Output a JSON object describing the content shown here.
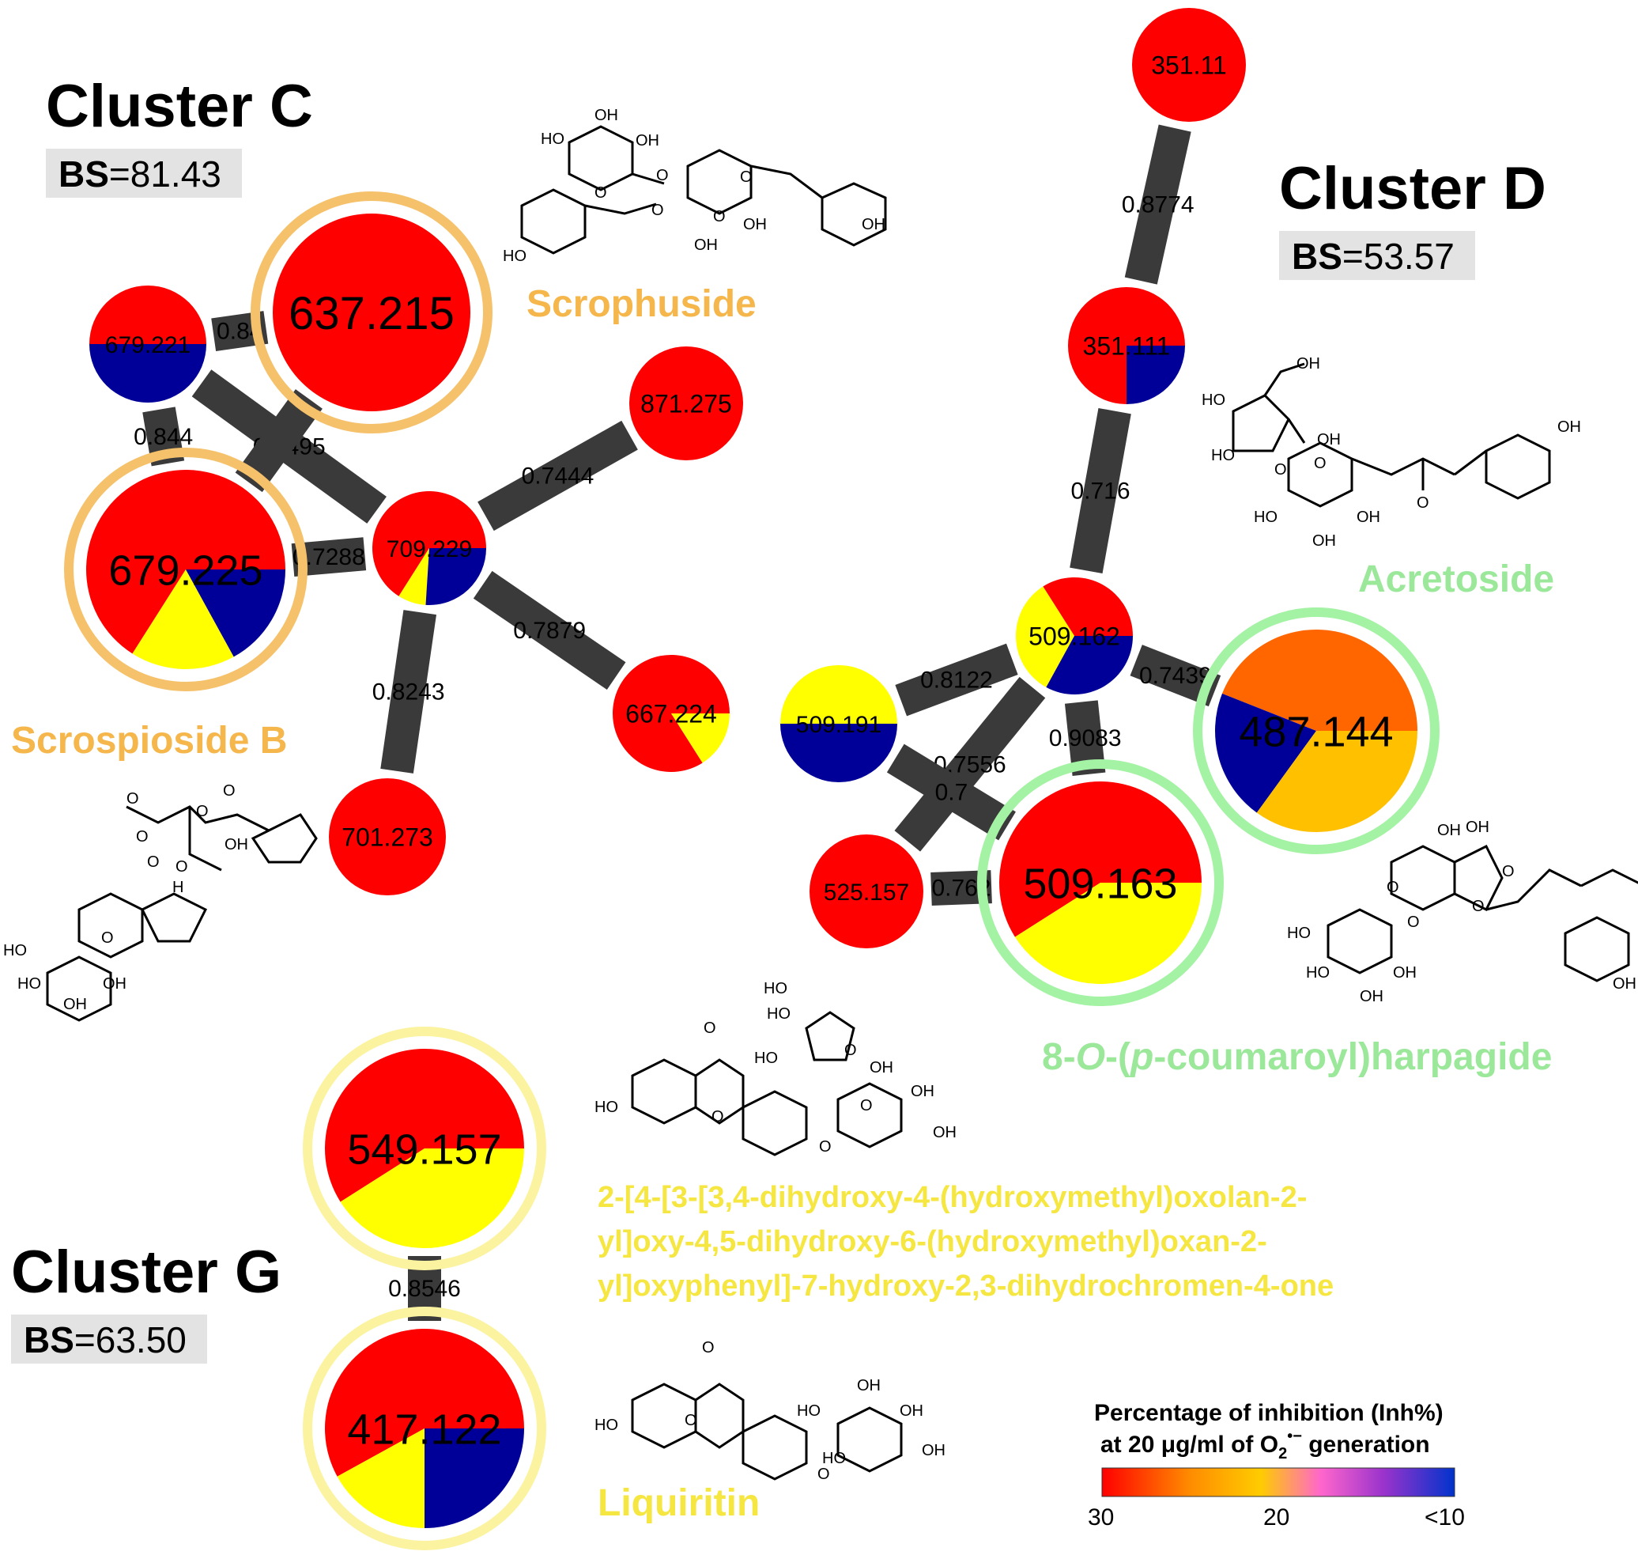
{
  "clusters": [
    {
      "title": "Cluster C",
      "bs_label": "BS",
      "bs_value": "=81.43"
    },
    {
      "title": "Cluster D",
      "bs_label": "BS",
      "bs_value": "=53.57"
    },
    {
      "title": "Cluster G",
      "bs_label": "BS",
      "bs_value": "=63.50"
    }
  ],
  "compounds": [
    {
      "name": "Scrophuside",
      "color": "#f5b64b"
    },
    {
      "name": "Scrospioside B",
      "color": "#f5b64b"
    },
    {
      "name": "Acretoside",
      "color": "#9be89b"
    },
    {
      "name_parts": [
        "8-",
        "O",
        "-(",
        "p",
        "-coumaroyl)harpagide"
      ],
      "color": "#9be89b"
    },
    {
      "name_lines": [
        "2-[4-[3-[3,4-dihydroxy-4-(hydroxymethyl)oxolan-2-",
        "yl]oxy-4,5-dihydroxy-6-(hydroxymethyl)oxan-2-",
        "yl]oxyphenyl]-7-hydroxy-2,3-dihydrochromen-4-one"
      ],
      "color": "#f5e642"
    },
    {
      "name": "Liquiritin",
      "color": "#f5e642"
    }
  ],
  "slice_colors": {
    "red": "#ff0000",
    "yellow": "#ffff00",
    "blue": "#000099",
    "orange": "#ff6600",
    "amber": "#ffc000"
  },
  "nodes": [
    {
      "id": "n637",
      "label": "637.215",
      "ring": "#f5c16b",
      "slices": [
        {
          "c": "red",
          "f": 1
        }
      ]
    },
    {
      "id": "n679a",
      "label": "679.221",
      "slices": [
        {
          "c": "red",
          "f": 0.5
        },
        {
          "c": "blue",
          "f": 0.5
        }
      ]
    },
    {
      "id": "n679b",
      "label": "679.225",
      "ring": "#f5c16b",
      "slices": [
        {
          "c": "red",
          "f": 0.66
        },
        {
          "c": "yellow",
          "f": 0.17
        },
        {
          "c": "blue",
          "f": 0.17
        }
      ]
    },
    {
      "id": "n709",
      "label": "709.229",
      "slices": [
        {
          "c": "red",
          "f": 0.66
        },
        {
          "c": "yellow",
          "f": 0.08
        },
        {
          "c": "blue",
          "f": 0.26
        }
      ]
    },
    {
      "id": "n871",
      "label": "871.275",
      "slices": [
        {
          "c": "red",
          "f": 1
        }
      ]
    },
    {
      "id": "n667",
      "label": "667.224",
      "slices": [
        {
          "c": "red",
          "f": 0.84
        },
        {
          "c": "yellow",
          "f": 0.16
        }
      ]
    },
    {
      "id": "n701",
      "label": "701.273",
      "slices": [
        {
          "c": "red",
          "f": 1
        }
      ]
    },
    {
      "id": "n351a",
      "label": "351.11",
      "slices": [
        {
          "c": "red",
          "f": 1
        }
      ]
    },
    {
      "id": "n351b",
      "label": "351.111",
      "slices": [
        {
          "c": "red",
          "f": 0.75
        },
        {
          "c": "blue",
          "f": 0.25
        }
      ]
    },
    {
      "id": "n509a",
      "label": "509.162",
      "slices": [
        {
          "c": "red",
          "f": 0.34
        },
        {
          "c": "yellow",
          "f": 0.33
        },
        {
          "c": "blue",
          "f": 0.33
        }
      ]
    },
    {
      "id": "n509b",
      "label": "509.191",
      "slices": [
        {
          "c": "yellow",
          "f": 0.5
        },
        {
          "c": "blue",
          "f": 0.5
        }
      ]
    },
    {
      "id": "n487",
      "label": "487.144",
      "ring": "#a4f2a4",
      "slices": [
        {
          "c": "orange",
          "f": 0.44
        },
        {
          "c": "blue",
          "f": 0.21
        },
        {
          "c": "amber",
          "f": 0.35
        }
      ]
    },
    {
      "id": "n509c",
      "label": "509.163",
      "ring": "#a4f2a4",
      "slices": [
        {
          "c": "red",
          "f": 0.59
        },
        {
          "c": "yellow",
          "f": 0.41
        }
      ]
    },
    {
      "id": "n525",
      "label": "525.157",
      "slices": [
        {
          "c": "red",
          "f": 1
        }
      ]
    },
    {
      "id": "n549",
      "label": "549.157",
      "ring": "#fbf3a0",
      "slices": [
        {
          "c": "red",
          "f": 0.59
        },
        {
          "c": "yellow",
          "f": 0.41
        }
      ]
    },
    {
      "id": "n417",
      "label": "417.122",
      "ring": "#fbf3a0",
      "slices": [
        {
          "c": "red",
          "f": 0.58
        },
        {
          "c": "yellow",
          "f": 0.17
        },
        {
          "c": "blue",
          "f": 0.25
        }
      ]
    }
  ],
  "edges": [
    {
      "from": "n637",
      "to": "n679a",
      "weight": "0.84"
    },
    {
      "from": "n679a",
      "to": "n679b",
      "weight": "0.844"
    },
    {
      "from": "n679a",
      "to": "n709",
      "weight": "0.7495"
    },
    {
      "from": "n637",
      "to": "n679b",
      "weight": ""
    },
    {
      "from": "n679b",
      "to": "n709",
      "weight": "0.7288"
    },
    {
      "from": "n709",
      "to": "n871",
      "weight": "0.7444"
    },
    {
      "from": "n709",
      "to": "n667",
      "weight": "0.7879"
    },
    {
      "from": "n709",
      "to": "n701",
      "weight": "0.8243"
    },
    {
      "from": "n351a",
      "to": "n351b",
      "weight": "0.8774"
    },
    {
      "from": "n351b",
      "to": "n509a",
      "weight": "0.716"
    },
    {
      "from": "n509a",
      "to": "n509b",
      "weight": "0.8122"
    },
    {
      "from": "n509a",
      "to": "n487",
      "weight": "0.7439"
    },
    {
      "from": "n509a",
      "to": "n509c",
      "weight": "0.9083"
    },
    {
      "from": "n509a",
      "to": "n525",
      "weight": "0.7556"
    },
    {
      "from": "n509b",
      "to": "n509c",
      "weight": "0.7"
    },
    {
      "from": "n525",
      "to": "n509c",
      "weight": "0.762"
    },
    {
      "from": "n549",
      "to": "n417",
      "weight": "0.8546"
    }
  ],
  "legend": {
    "title_lines": [
      "Percentage of inhibition (Inh%)",
      "at 20 μg/ml of O",
      "2",
      "•−",
      " generation"
    ],
    "ticks": [
      "30",
      "20",
      "<10"
    ],
    "gradient": [
      "#ff0000",
      "#ff8c00",
      "#ffcc00",
      "#ff66cc",
      "#9933cc",
      "#0033cc"
    ]
  },
  "structure_labels": {
    "scrophuside": [
      "OH",
      "HO",
      "OH",
      "O",
      "O",
      "O",
      "O",
      "O",
      "HO",
      "OH",
      "OH",
      "OH"
    ],
    "acretoside": [
      "OH",
      "HO",
      "HO",
      "OH",
      "O",
      "O",
      "HO",
      "OH",
      "OH",
      "O",
      "OH"
    ],
    "scrospioside": [
      "O",
      "O",
      "O",
      "O",
      "OH",
      "O",
      "H",
      "O",
      "HO",
      "HO",
      "OH",
      "OH",
      "O"
    ],
    "harpagide": [
      "OH",
      "OH",
      "O",
      "O",
      "O",
      "HO",
      "HO",
      "OH",
      "OH",
      "O",
      "OH"
    ],
    "flavanone_glycoside": [
      "O",
      "HO",
      "HO",
      "HO",
      "O",
      "O",
      "OH",
      "OH",
      "HO",
      "O",
      "O",
      "OH"
    ],
    "liquiritin": [
      "O",
      "HO",
      "O",
      "HO",
      "OH",
      "OH",
      "HO",
      "O",
      "OH"
    ]
  }
}
